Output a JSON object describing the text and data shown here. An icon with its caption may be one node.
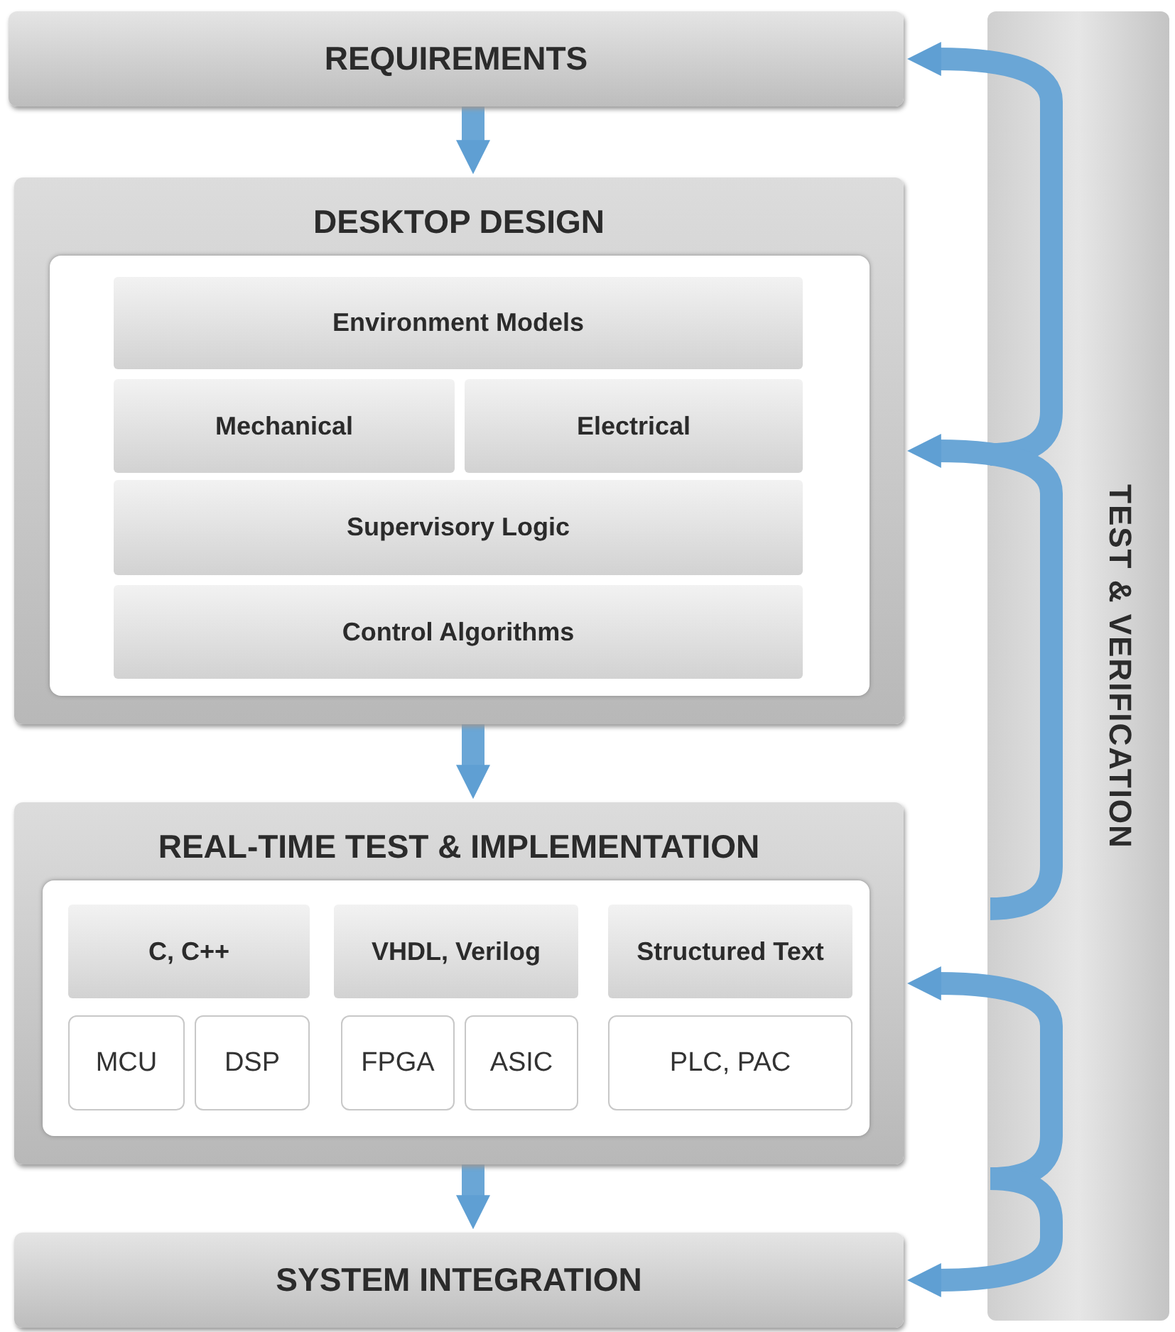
{
  "diagram": {
    "nodes": [
      {
        "text": [
          "REQUIREMENTS"
        ]
      },
      {
        "text": [
          "DESKTOP DESIGN"
        ]
      },
      {
        "text": [
          "Environment Models"
        ],
        "in": 1
      },
      {
        "text": [
          "Mechanical"
        ],
        "in": 1
      },
      {
        "text": [
          "Electrical"
        ],
        "in": 1
      },
      {
        "text": [
          "Supervisory Logic"
        ],
        "in": 1
      },
      {
        "text": [
          "Control Algorithms"
        ],
        "in": 1
      },
      {
        "text": [
          "REAL-TIME TEST & IMPLEMENTATION"
        ]
      },
      {
        "text": [
          "C, C++"
        ],
        "in": 7
      },
      {
        "text": [
          "VHDL, Verilog"
        ],
        "in": 7
      },
      {
        "text": [
          "Structured Text"
        ],
        "in": 7
      },
      {
        "text": [
          "MCU"
        ],
        "in": 7
      },
      {
        "text": [
          "DSP"
        ],
        "in": 7
      },
      {
        "text": [
          "FPGA"
        ],
        "in": 7
      },
      {
        "text": [
          "ASIC"
        ],
        "in": 7
      },
      {
        "text": [
          "PLC, PAC"
        ],
        "in": 7
      },
      {
        "text": [
          "SYSTEM INTEGRATION"
        ]
      },
      {
        "text": [
          "TEST & VERIFICATION"
        ]
      }
    ],
    "edges": [
      {
        "from": 0,
        "to": 1,
        "arrow": "to"
      },
      {
        "from": 1,
        "to": 7,
        "arrow": "to"
      },
      {
        "from": 7,
        "to": 16,
        "arrow": "to"
      },
      {
        "from": 17,
        "to": 0,
        "arrow": "to"
      },
      {
        "from": 17,
        "to": 1,
        "arrow": "to"
      },
      {
        "from": 17,
        "to": 7,
        "arrow": "to"
      },
      {
        "from": 17,
        "to": 16,
        "arrow": "to"
      }
    ]
  }
}
